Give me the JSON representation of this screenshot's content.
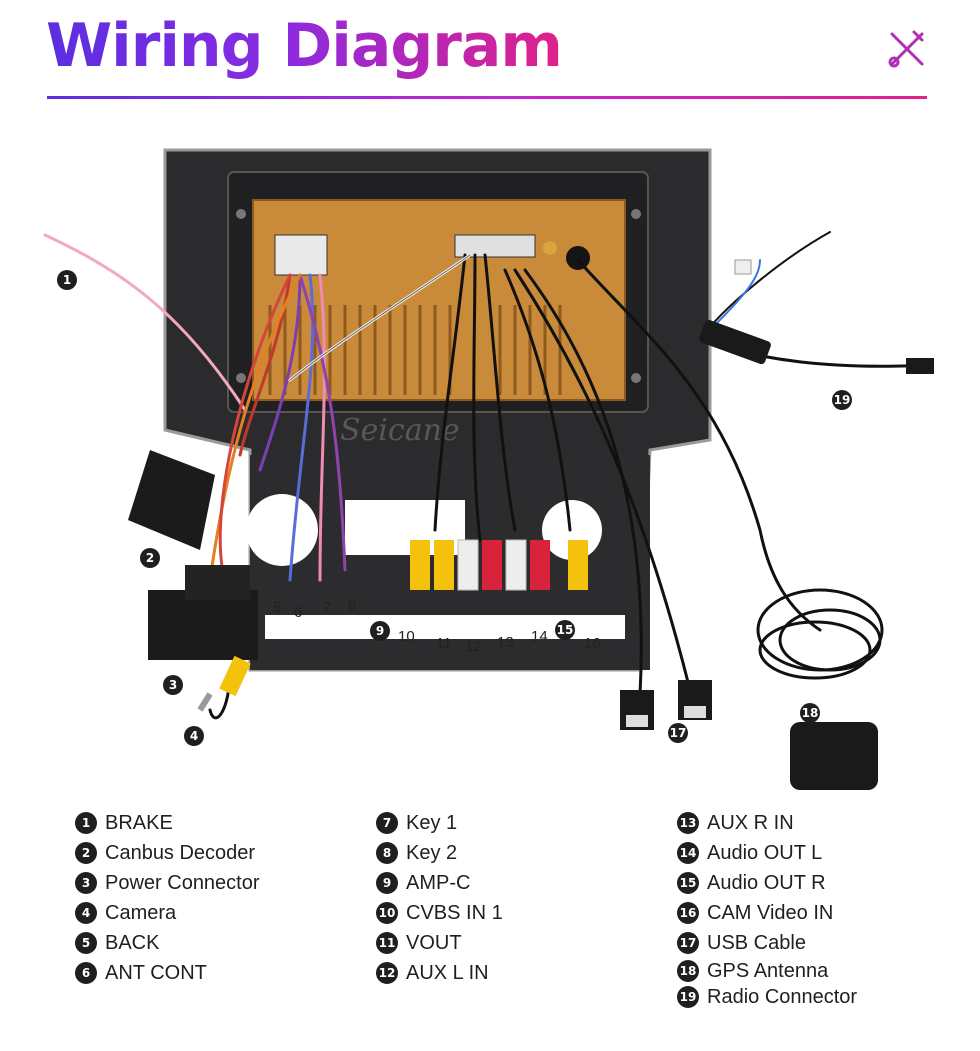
{
  "header": {
    "title": "Wiring Diagram",
    "icon": "tools-icon"
  },
  "diagram": {
    "watermark": "Seicane",
    "callouts": [
      "1",
      "2",
      "3",
      "4",
      "5",
      "6",
      "7",
      "8",
      "9",
      "10",
      "11",
      "12",
      "13",
      "14",
      "15",
      "16",
      "17",
      "18",
      "19"
    ]
  },
  "legend": {
    "columns": [
      [
        {
          "num": "1",
          "label": "BRAKE"
        },
        {
          "num": "2",
          "label": "Canbus Decoder"
        },
        {
          "num": "3",
          "label": "Power Connector"
        },
        {
          "num": "4",
          "label": "Camera"
        },
        {
          "num": "5",
          "label": "BACK"
        },
        {
          "num": "6",
          "label": "ANT CONT"
        }
      ],
      [
        {
          "num": "7",
          "label": "Key 1"
        },
        {
          "num": "8",
          "label": "Key 2"
        },
        {
          "num": "9",
          "label": "AMP-C"
        },
        {
          "num": "10",
          "label": "CVBS IN 1"
        },
        {
          "num": "11",
          "label": "VOUT"
        },
        {
          "num": "12",
          "label": "AUX L IN"
        }
      ],
      [
        {
          "num": "13",
          "label": "AUX R IN"
        },
        {
          "num": "14",
          "label": "Audio OUT L"
        },
        {
          "num": "15",
          "label": "Audio OUT R"
        },
        {
          "num": "16",
          "label": "CAM Video IN"
        },
        {
          "num": "17",
          "label": "USB Cable"
        },
        {
          "num": "18",
          "label": "GPS Antenna"
        },
        {
          "num": "19",
          "label": "Radio Connector"
        }
      ]
    ]
  },
  "colors": {
    "title_start": "#5b2ee0",
    "title_end": "#e0218a",
    "badge": "#1f1f1f",
    "chassis": "#c98a3a"
  }
}
